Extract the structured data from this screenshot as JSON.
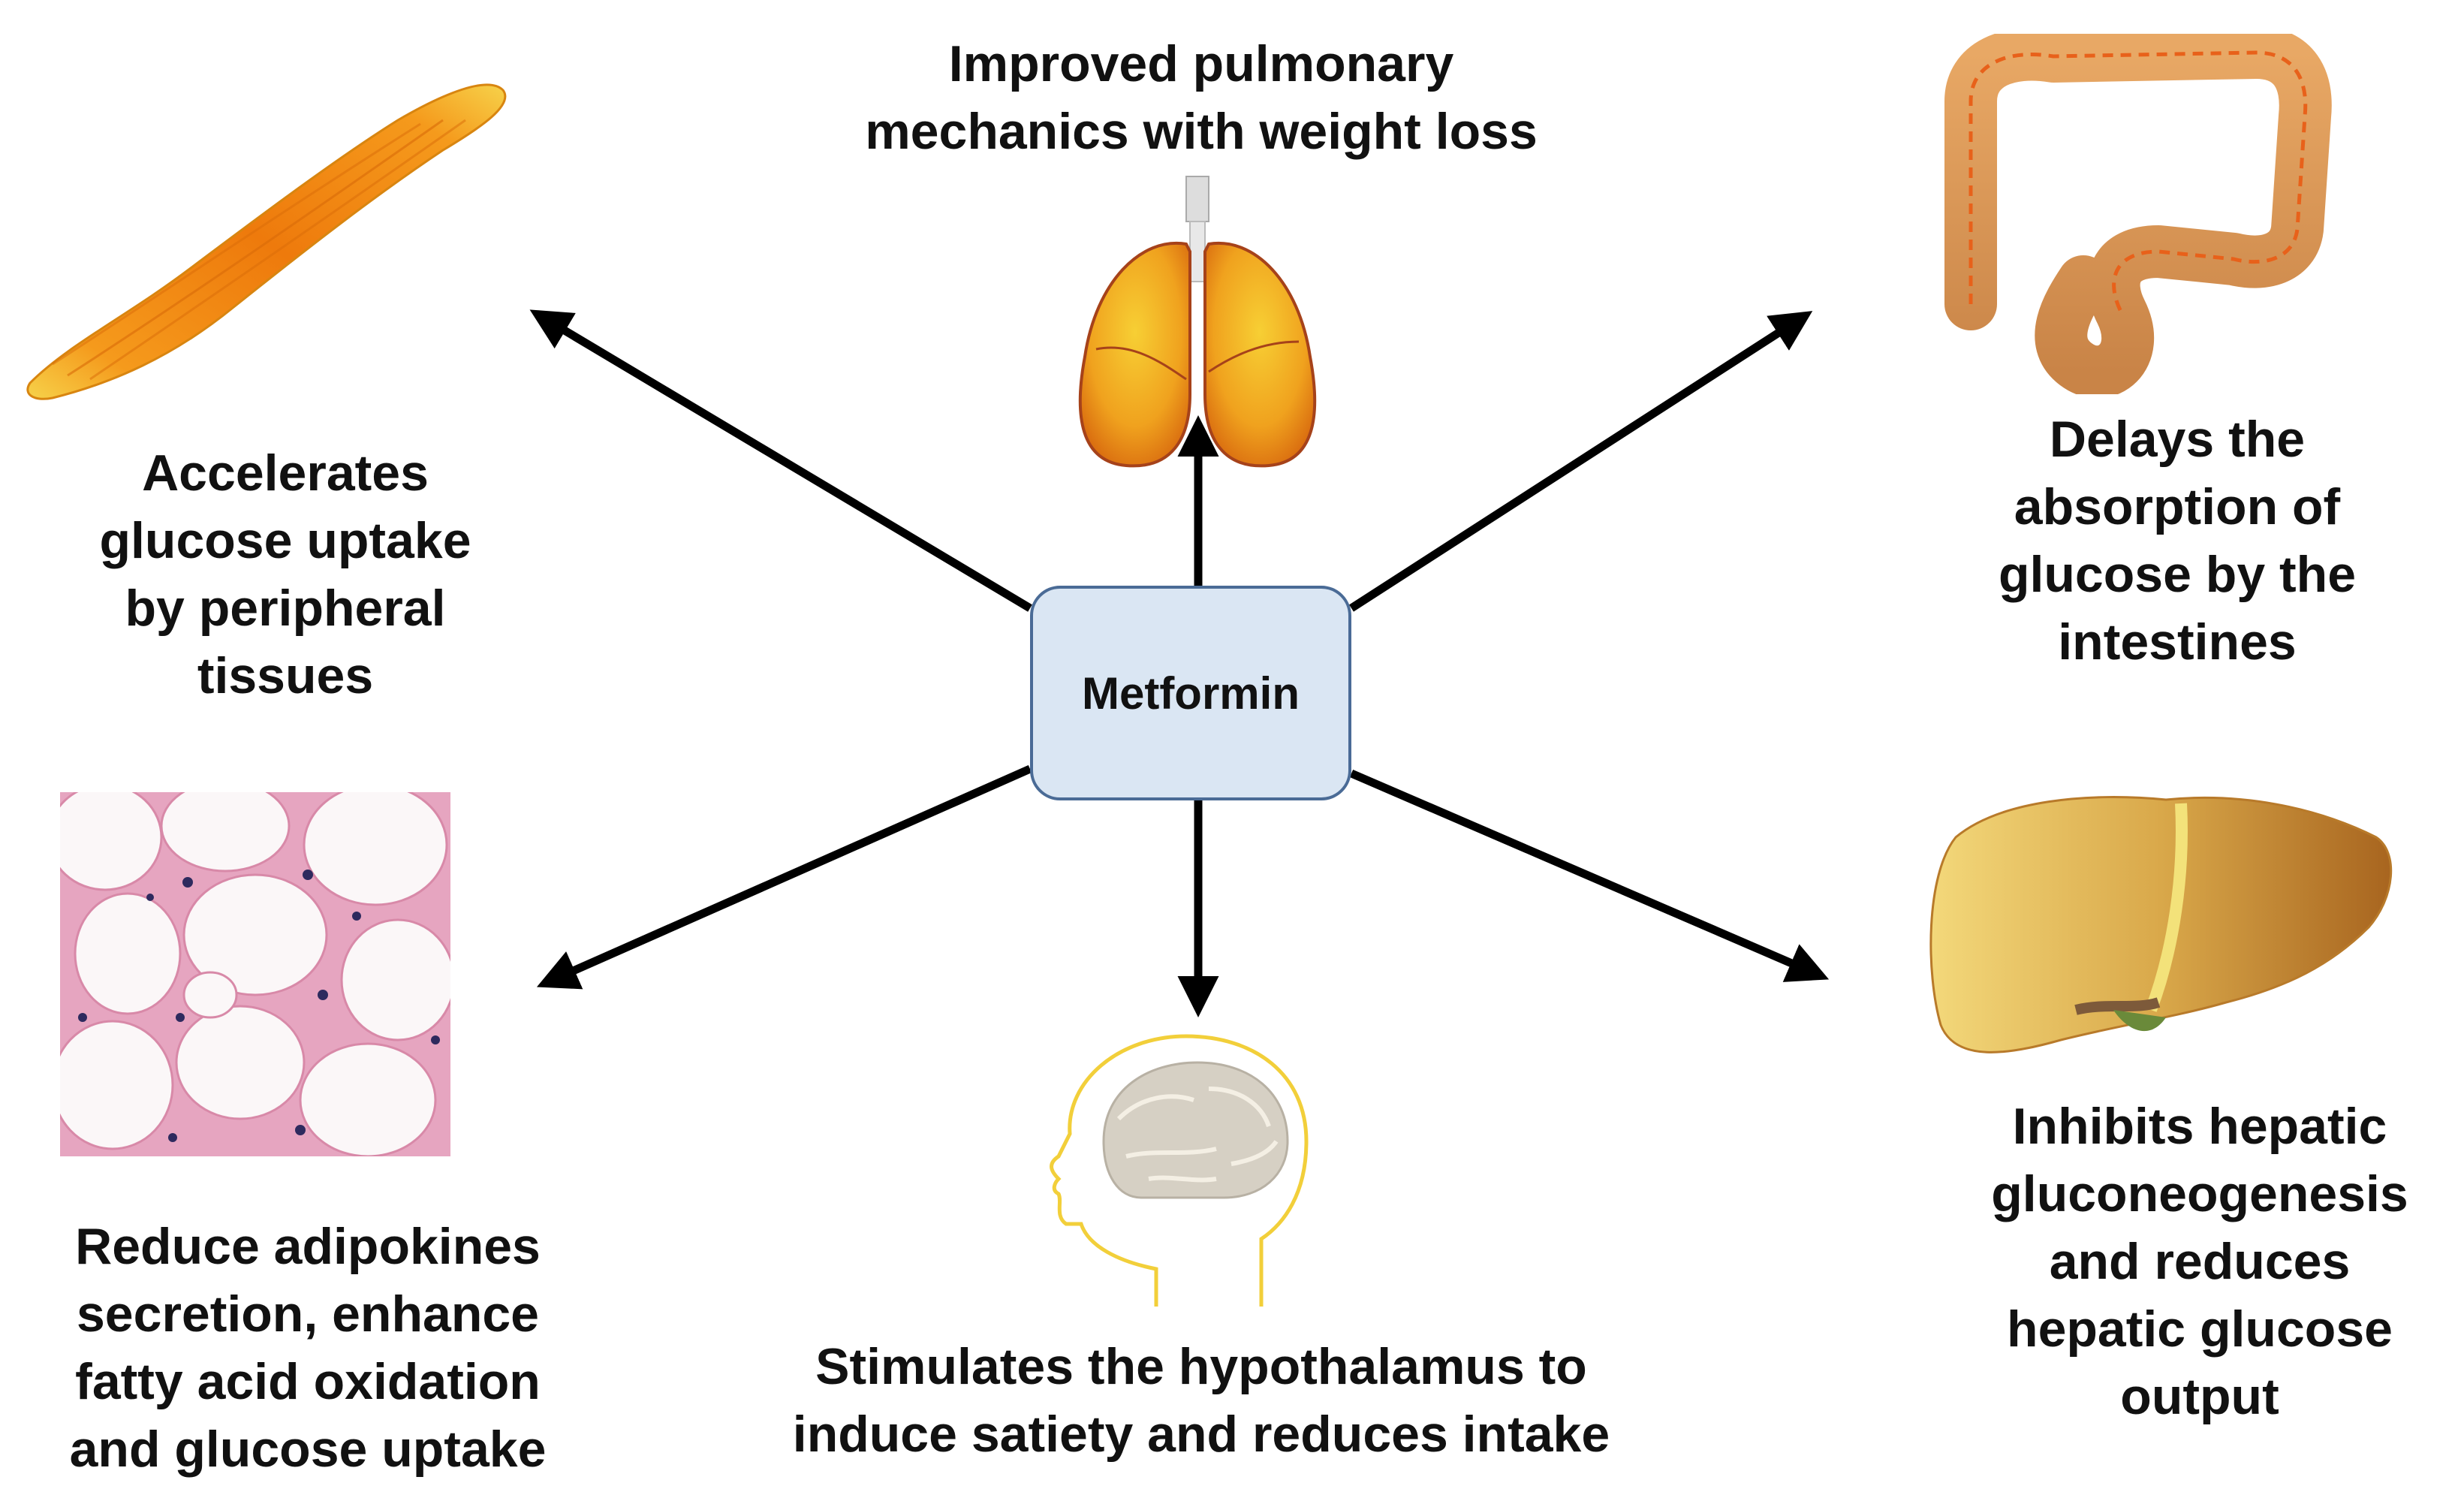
{
  "center": {
    "label": "Metformin"
  },
  "effects": {
    "lungs": "Improved pulmonary\nmechanics with weight loss",
    "muscle": "Accelerates\nglucose uptake\nby peripheral\ntissues",
    "intestine": "Delays the\nabsorption of\nglucose by the\nintestines",
    "adipose": "Reduce adipokines\nsecretion, enhance\nfatty acid oxidation\nand glucose uptake",
    "brain": "Stimulates the hypothalamus to\ninduce satiety and reduces intake",
    "liver": "Inhibits hepatic\ngluconeogenesis\nand reduces\nhepatic glucose\noutput"
  },
  "icons": [
    "muscle-icon",
    "lungs-icon",
    "intestine-icon",
    "adipose-tissue-icon",
    "brain-head-icon",
    "liver-icon"
  ],
  "colors": {
    "box_fill": "#dae6f3",
    "box_border": "#4a6b96",
    "arrow": "#000000"
  }
}
